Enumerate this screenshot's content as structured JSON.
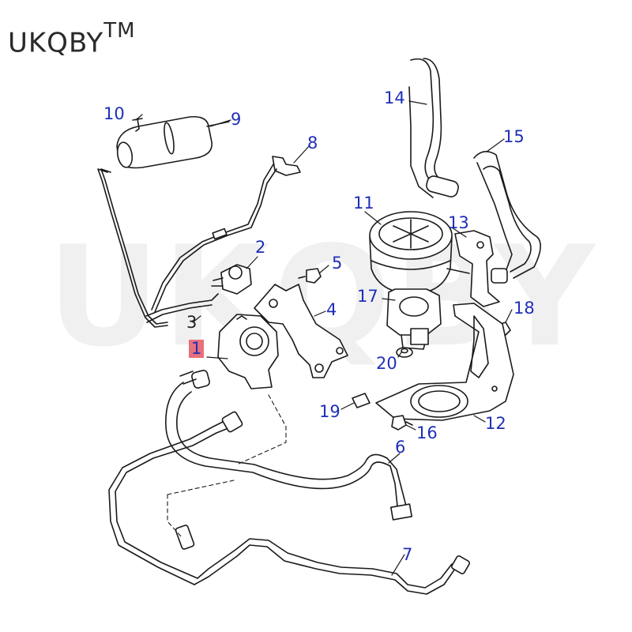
{
  "brand": {
    "name": "UKQBY",
    "mark": "TM"
  },
  "watermark": "UKQBY M",
  "colors": {
    "callout": "#1f2fb8",
    "highlight": "#e8707a",
    "line": "#1a1a1a"
  },
  "callouts": [
    {
      "id": "c1",
      "label": "1"
    },
    {
      "id": "c2",
      "label": "2"
    },
    {
      "id": "c3",
      "label": "3"
    },
    {
      "id": "c4",
      "label": "4"
    },
    {
      "id": "c5",
      "label": "5"
    },
    {
      "id": "c6",
      "label": "6"
    },
    {
      "id": "c7",
      "label": "7"
    },
    {
      "id": "c8",
      "label": "8"
    },
    {
      "id": "c9",
      "label": "9"
    },
    {
      "id": "c10",
      "label": "10"
    },
    {
      "id": "c11",
      "label": "11"
    },
    {
      "id": "c12",
      "label": "12"
    },
    {
      "id": "c13",
      "label": "13"
    },
    {
      "id": "c14",
      "label": "14"
    },
    {
      "id": "c15",
      "label": "15"
    },
    {
      "id": "c16",
      "label": "16"
    },
    {
      "id": "c17",
      "label": "17"
    },
    {
      "id": "c18",
      "label": "18"
    },
    {
      "id": "c19",
      "label": "19"
    },
    {
      "id": "c20",
      "label": "20"
    }
  ]
}
